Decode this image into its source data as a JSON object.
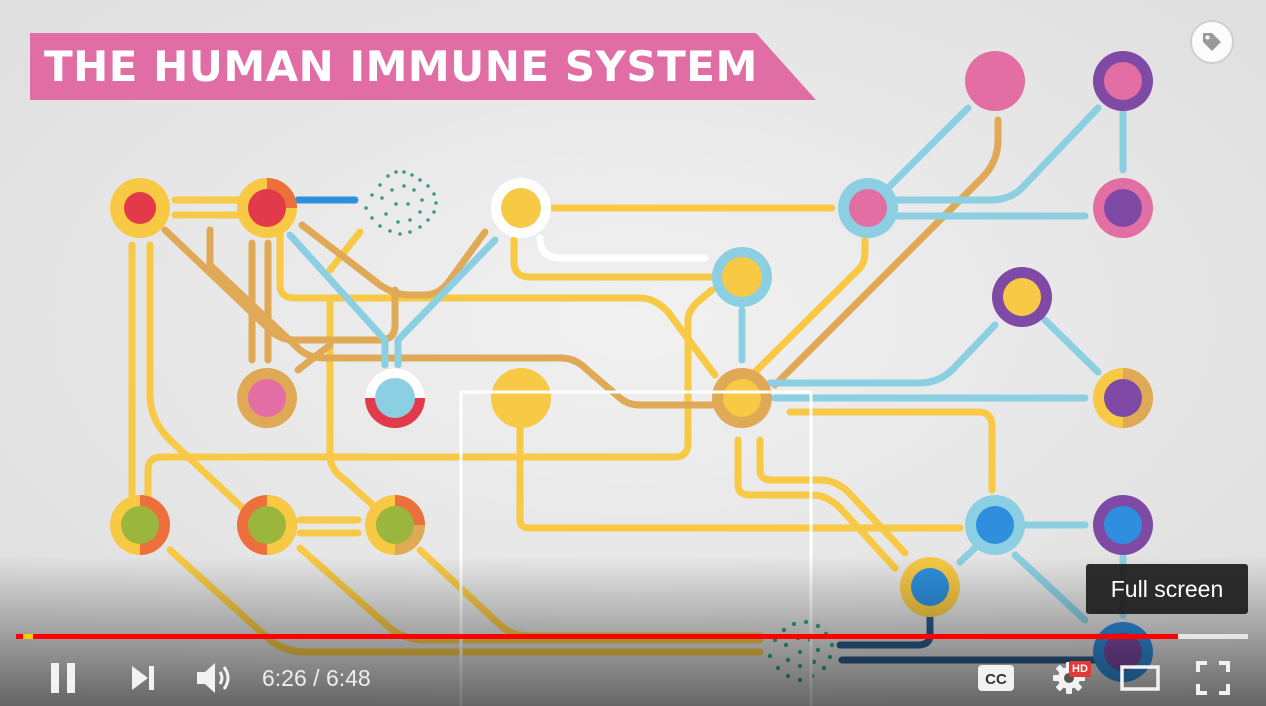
{
  "video": {
    "title": "THE HUMAN IMMUNE SYSTEM",
    "colors": {
      "banner": "#e06ea4",
      "yellow": "#f7c944",
      "orange_tan": "#e0a955",
      "light_blue": "#8ccfe2",
      "red": "#e23a4a",
      "pink": "#e36ea4",
      "purple": "#7e4aa5",
      "green": "#9ab63d",
      "blue": "#2f8fde",
      "dark_blue": "#2e5c8a",
      "teal_dots": "#2f9a80"
    }
  },
  "overlay": {
    "tag_icon": "tag-icon"
  },
  "progress": {
    "played_fraction": 0.943,
    "buffered_fraction": 1.0,
    "ad_marker_fraction": 0.006
  },
  "controls": {
    "play_pause_icon": "pause-icon",
    "next_icon": "skip-next-icon",
    "volume_icon": "volume-icon",
    "time_current": "6:26",
    "time_separator": " / ",
    "time_total": "6:48",
    "cc_label": "CC",
    "settings_icon": "settings-gear-icon",
    "hd_badge": "HD",
    "theater_icon": "theater-mode-icon",
    "fullscreen_icon": "fullscreen-icon"
  },
  "tooltip": {
    "text": "Full screen"
  }
}
